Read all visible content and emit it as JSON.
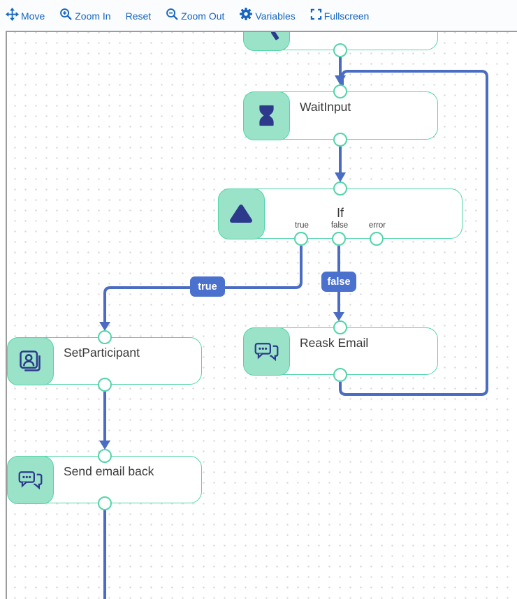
{
  "toolbar": {
    "items": [
      {
        "label": "Move",
        "icon": "move-icon"
      },
      {
        "label": "Zoom In",
        "icon": "zoom-in-icon"
      },
      {
        "label": "Reset",
        "icon": null
      },
      {
        "label": "Zoom Out",
        "icon": "zoom-out-icon"
      },
      {
        "label": "Variables",
        "icon": "gear-icon"
      },
      {
        "label": "Fullscreen",
        "icon": "fullscreen-icon"
      }
    ]
  },
  "flow": {
    "nodes": [
      {
        "title": "WaitInput",
        "icon": "hourglass-icon"
      },
      {
        "title": "If",
        "icon": "condition-triangle-icon",
        "out_ports": [
          "true",
          "false",
          "error"
        ]
      },
      {
        "title": "SetParticipant",
        "icon": "contact-card-icon"
      },
      {
        "title": "Reask Email",
        "icon": "chat-bubbles-icon"
      },
      {
        "title": "Send email back",
        "icon": "chat-bubbles-icon"
      }
    ],
    "edge_labels": {
      "true_label": "true",
      "false_label": "false"
    }
  },
  "colors": {
    "toolbar_accent": "#1565c0",
    "node_border_green": "#52d5a8",
    "node_icon_bg_teal": "#9ae3c9",
    "icon_navy": "#2d3a8c",
    "edge_blue": "#4a6cc2",
    "pill_blue": "#4a71ce"
  }
}
